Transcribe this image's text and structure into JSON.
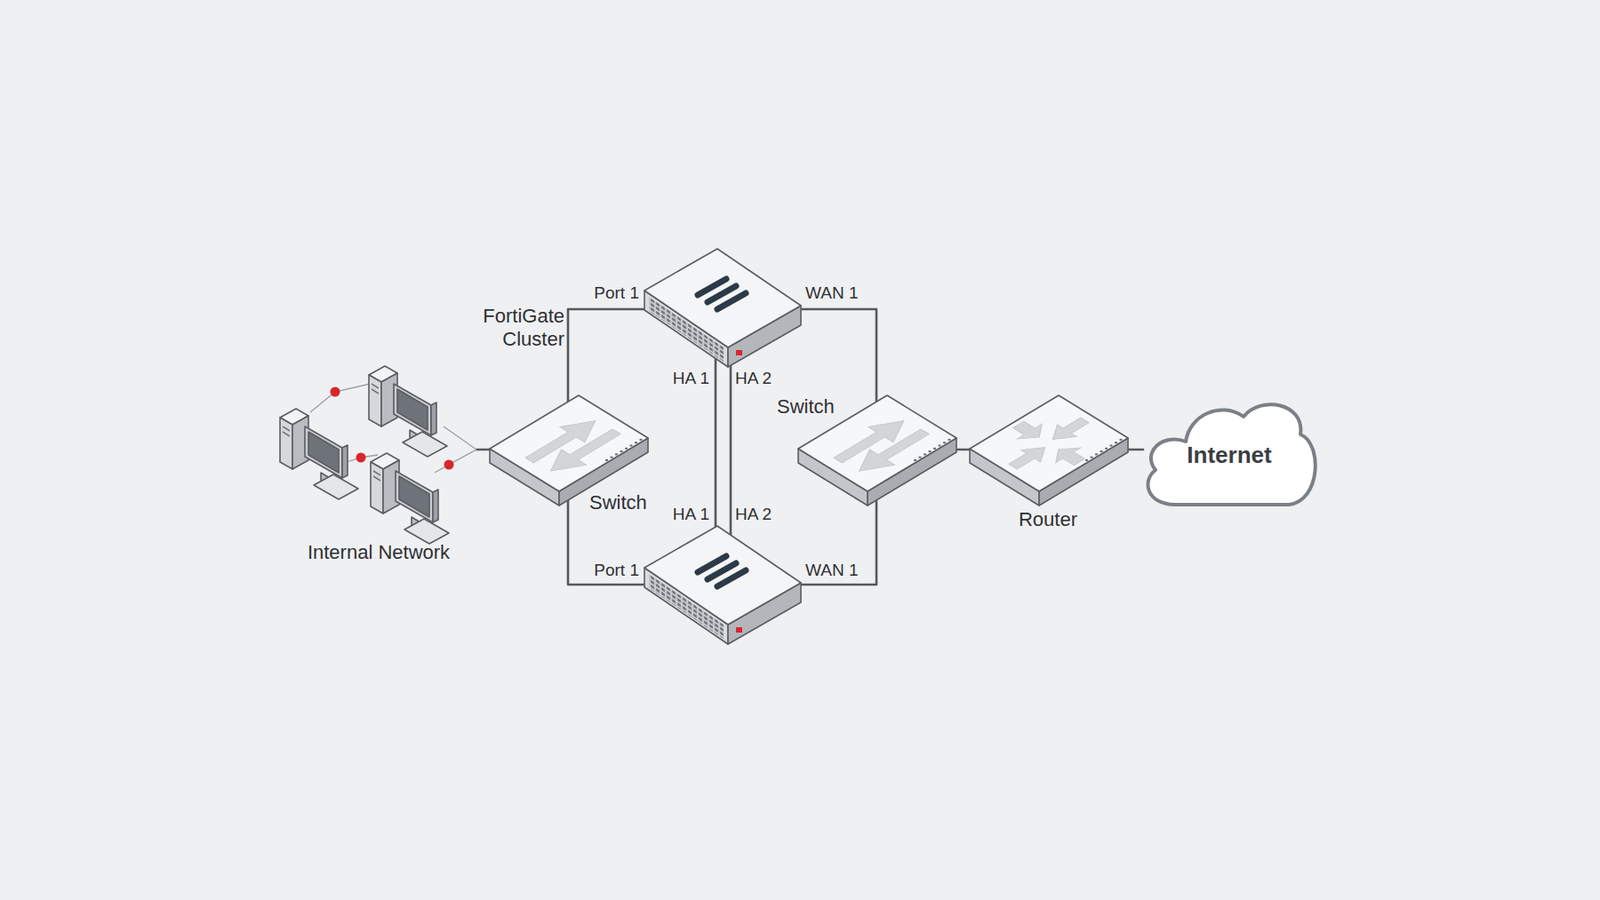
{
  "diagram": {
    "nodes": [
      {
        "text": [
          "Internal Network"
        ]
      },
      {
        "text": [
          "Switch"
        ]
      },
      {
        "text": [
          "Port 1",
          "WAN 1",
          "HA 1",
          "HA 2"
        ]
      },
      {
        "text": [
          "HA 1",
          "HA 2",
          "Port 1",
          "WAN 1"
        ]
      },
      {
        "text": [
          "Switch"
        ]
      },
      {
        "text": [
          "Router"
        ]
      },
      {
        "text": [
          "Internet"
        ]
      }
    ],
    "edges": [
      {
        "from": 0,
        "to": 1,
        "arrow": "none"
      },
      {
        "from": 1,
        "to": 2,
        "arrow": "none"
      },
      {
        "from": 1,
        "to": 3,
        "arrow": "none"
      },
      {
        "from": 2,
        "to": 4,
        "arrow": "none"
      },
      {
        "from": 3,
        "to": 4,
        "arrow": "none"
      },
      {
        "from": 2,
        "to": 3,
        "arrow": "none"
      },
      {
        "from": 2,
        "to": 3,
        "arrow": "none"
      },
      {
        "from": 4,
        "to": 5,
        "arrow": "none"
      },
      {
        "from": 5,
        "to": 6,
        "arrow": "none"
      }
    ],
    "labels": [
      "FortiGate Cluster"
    ]
  }
}
